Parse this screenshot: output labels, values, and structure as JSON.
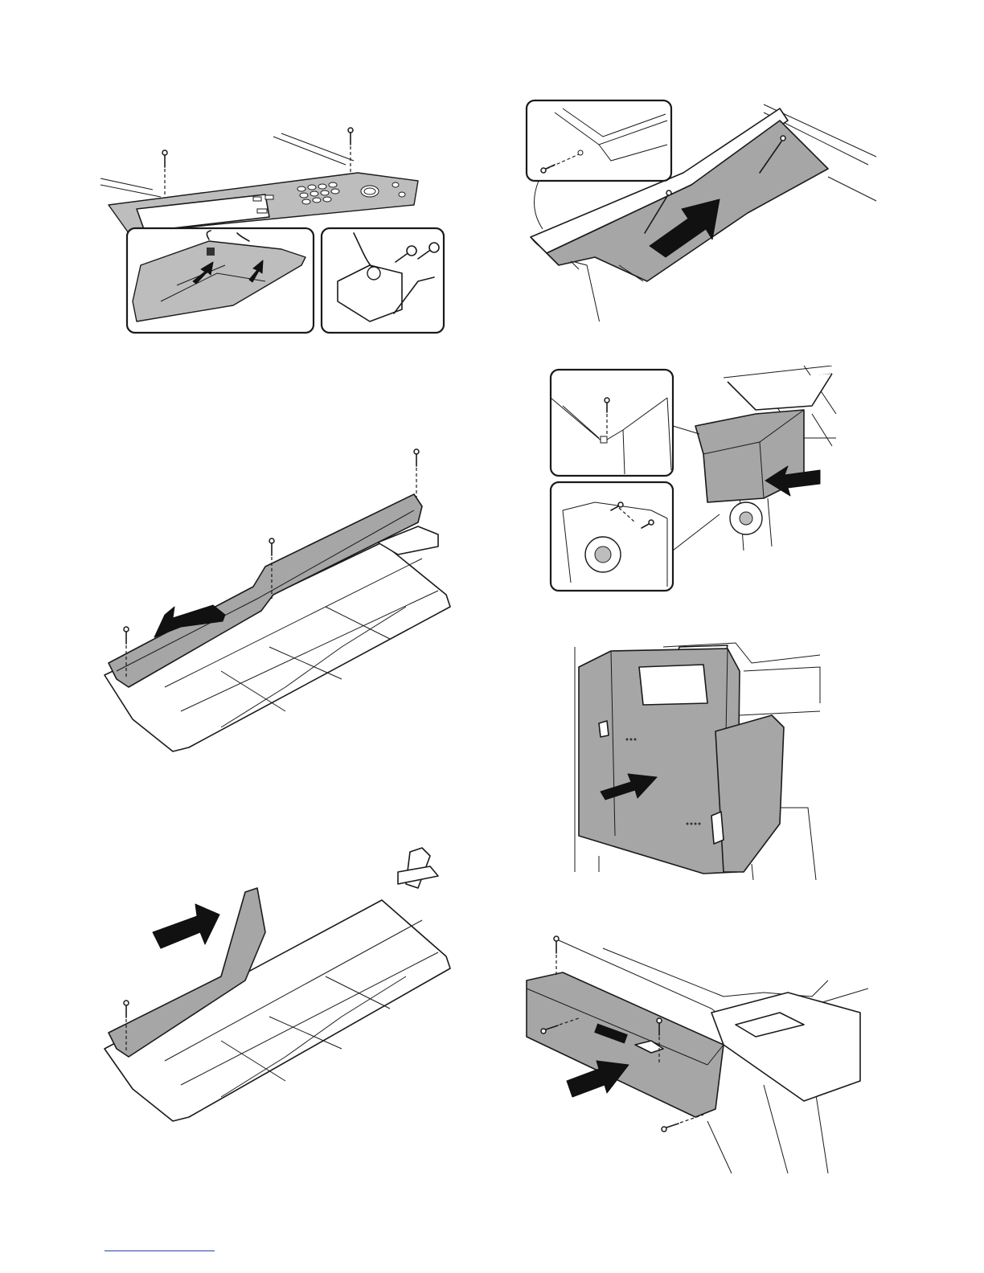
{
  "page": {
    "description_free": true
  },
  "colors": {
    "part_fill": "#a6a6a6",
    "line": "#1a1a1a",
    "arrow": "#111111",
    "footer_rule": "#2a3fb0"
  },
  "figures": [
    {
      "id": "operation-panel",
      "icons": [
        "screw-icon",
        "connector-arrow-icon"
      ]
    },
    {
      "id": "top-cover-right",
      "icons": [
        "screw-icon",
        "slide-arrow-icon"
      ]
    },
    {
      "id": "left-rear-cover",
      "icons": [
        "screw-icon",
        "slide-arrow-icon"
      ]
    },
    {
      "id": "right-cover-unit",
      "icons": [
        "screw-icon",
        "push-arrow-icon"
      ]
    },
    {
      "id": "front-cover-lower",
      "icons": [
        "slide-arrow-icon"
      ]
    },
    {
      "id": "front-cover-upper",
      "icons": [
        "screw-icon",
        "slide-arrow-icon"
      ]
    },
    {
      "id": "right-door",
      "icons": [
        "push-arrow-icon"
      ]
    },
    {
      "id": "front-right-cover",
      "icons": [
        "screw-icon",
        "push-arrow-icon"
      ]
    }
  ]
}
